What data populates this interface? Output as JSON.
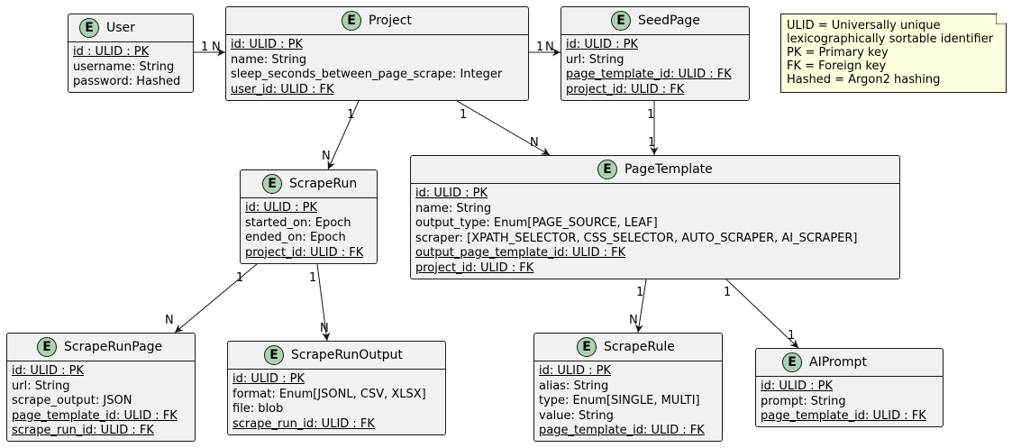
{
  "entities": {
    "user": {
      "name": "User",
      "badge": "E",
      "attrs": [
        {
          "text": "id : ULID : PK",
          "u": true
        },
        {
          "text": "username: String",
          "u": false
        },
        {
          "text": "password: Hashed",
          "u": false
        }
      ]
    },
    "project": {
      "name": "Project",
      "badge": "E",
      "attrs": [
        {
          "text": "id: ULID : PK",
          "u": true
        },
        {
          "text": "name: String",
          "u": false
        },
        {
          "text": "sleep_seconds_between_page_scrape: Integer",
          "u": false
        },
        {
          "text": "user_id: ULID : FK",
          "u": true
        }
      ]
    },
    "seedpage": {
      "name": "SeedPage",
      "badge": "E",
      "attrs": [
        {
          "text": "id: ULID : PK",
          "u": true
        },
        {
          "text": "url: String",
          "u": false
        },
        {
          "text": "page_template_id: ULID : FK",
          "u": true
        },
        {
          "text": "project_id: ULID : FK",
          "u": true
        }
      ]
    },
    "scraperun": {
      "name": "ScrapeRun",
      "badge": "E",
      "attrs": [
        {
          "text": "id: ULID : PK",
          "u": true
        },
        {
          "text": "started_on: Epoch",
          "u": false
        },
        {
          "text": "ended_on: Epoch",
          "u": false
        },
        {
          "text": "project_id: ULID : FK",
          "u": true
        }
      ]
    },
    "pagetemplate": {
      "name": "PageTemplate",
      "badge": "E",
      "attrs": [
        {
          "text": "id: ULID : PK",
          "u": true
        },
        {
          "text": "name: String",
          "u": false
        },
        {
          "text": "output_type: Enum[PAGE_SOURCE, LEAF]",
          "u": false
        },
        {
          "text": "scraper: [XPATH_SELECTOR, CSS_SELECTOR, AUTO_SCRAPER, AI_SCRAPER]",
          "u": false
        },
        {
          "text": "output_page_template_id: ULID : FK",
          "u": true
        },
        {
          "text": "project_id: ULID : FK",
          "u": true
        }
      ]
    },
    "scraperunpage": {
      "name": "ScrapeRunPage",
      "badge": "E",
      "attrs": [
        {
          "text": "id: ULID : PK",
          "u": true
        },
        {
          "text": "url: String",
          "u": false
        },
        {
          "text": "scrape_output: JSON",
          "u": false
        },
        {
          "text": "page_template_id: ULID : FK",
          "u": true
        },
        {
          "text": "scrape_run_id: ULID : FK",
          "u": true
        }
      ]
    },
    "scraperunoutput": {
      "name": "ScrapeRunOutput",
      "badge": "E",
      "attrs": [
        {
          "text": "id: ULID : PK",
          "u": true
        },
        {
          "text": "format: Enum[JSONL, CSV, XLSX]",
          "u": false
        },
        {
          "text": "file: blob",
          "u": false
        },
        {
          "text": "scrape_run_id: ULID : FK",
          "u": true
        }
      ]
    },
    "scraperule": {
      "name": "ScrapeRule",
      "badge": "E",
      "attrs": [
        {
          "text": "id: ULID : PK",
          "u": true
        },
        {
          "text": "alias: String",
          "u": false
        },
        {
          "text": "type: Enum[SINGLE, MULTI]",
          "u": false
        },
        {
          "text": "value: String",
          "u": false
        },
        {
          "text": "page_template_id: ULID : FK",
          "u": true
        }
      ]
    },
    "aiprompt": {
      "name": "AIPrompt",
      "badge": "E",
      "attrs": [
        {
          "text": "id: ULID : PK",
          "u": true
        },
        {
          "text": "prompt: String",
          "u": false
        },
        {
          "text": "page_template_id: ULID : FK",
          "u": true
        }
      ]
    }
  },
  "note": {
    "lines": [
      "ULID = Universally unique",
      "lexicographically sortable identifier",
      "PK = Primary key",
      "FK = Foreign key",
      "Hashed = Argon2 hashing"
    ]
  },
  "relations": [
    {
      "from": "user",
      "to": "project",
      "from_card": "1",
      "to_card": "N"
    },
    {
      "from": "project",
      "to": "seedpage",
      "from_card": "1",
      "to_card": "N"
    },
    {
      "from": "project",
      "to": "scraperun",
      "from_card": "1",
      "to_card": "N"
    },
    {
      "from": "project",
      "to": "pagetemplate",
      "from_card": "1",
      "to_card": "N"
    },
    {
      "from": "seedpage",
      "to": "pagetemplate",
      "from_card": "1",
      "to_card": "1"
    },
    {
      "from": "scraperun",
      "to": "scraperunpage",
      "from_card": "1",
      "to_card": "N"
    },
    {
      "from": "scraperun",
      "to": "scraperunoutput",
      "from_card": "1",
      "to_card": "N"
    },
    {
      "from": "pagetemplate",
      "to": "scraperule",
      "from_card": "1",
      "to_card": "N"
    },
    {
      "from": "pagetemplate",
      "to": "aiprompt",
      "from_card": "1",
      "to_card": "1"
    }
  ]
}
